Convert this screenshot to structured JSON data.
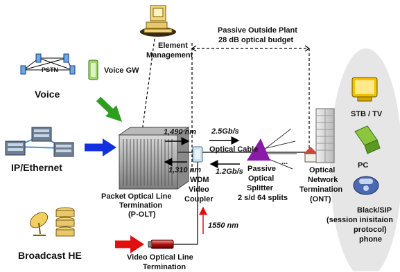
{
  "labels": {
    "voice": "Voice",
    "pstn": "PSTN",
    "voice_gw": "Voice GW",
    "ip_ethernet": "IP/Ethernet",
    "broadcast_he": "Broadcast HE",
    "element_management_1": "Element",
    "element_management_2": "Management",
    "passive_outside_plant": "Passive Outside Plant",
    "optical_budget": "28 dB optical budget",
    "polt_1": "Packet Optical Line",
    "polt_2": "Termination",
    "polt_3": "(P-OLT)",
    "wavelength_1490": "1,490 nm",
    "wavelength_1310": "1,310 nm",
    "wavelength_1550": "1550 nm",
    "rate_down": "2.5Gb/s",
    "rate_up": "1.2Gb/s",
    "optical_cable": "Optical Cable",
    "wdm_1": "WDM",
    "wdm_2": "Video",
    "wdm_3": "Coupler",
    "splitter_1": "Passive",
    "splitter_2": "Optical",
    "splitter_3": "Splitter",
    "splitter_4": "2 s/d 64 splits",
    "ellipsis": "...",
    "ont_1": "Optical",
    "ont_2": "Network",
    "ont_3": "Termination",
    "ont_4": "(ONT)",
    "stb_tv": "STB / TV",
    "pc": "PC",
    "phone_1": "Black/SIP",
    "phone_2": "(session inisitaion",
    "phone_3": "protocol)",
    "phone_4": "phone",
    "volt_1": "Video Optical Line",
    "volt_2": "Termination"
  },
  "colors": {
    "voice_arrow": "#2e9e1f",
    "ip_arrow": "#1230e0",
    "broadcast_arrow": "#e01010",
    "splitter": "#8a1aa8",
    "customer_panel": "#e6e6e6",
    "upstream_arrow_1550": "#e01010"
  },
  "icons": [
    "pstn-network-icon",
    "voice-gateway-icon",
    "ethernet-switches-icon",
    "satellite-dish-icon",
    "server-stack-icon",
    "workstation-icon",
    "olt-chassis-icon",
    "wdm-coupler-icon",
    "splitter-triangle-icon",
    "house-icon",
    "ont-building-icon",
    "tv-icon",
    "laptop-icon",
    "phone-icon",
    "video-olt-icon"
  ]
}
